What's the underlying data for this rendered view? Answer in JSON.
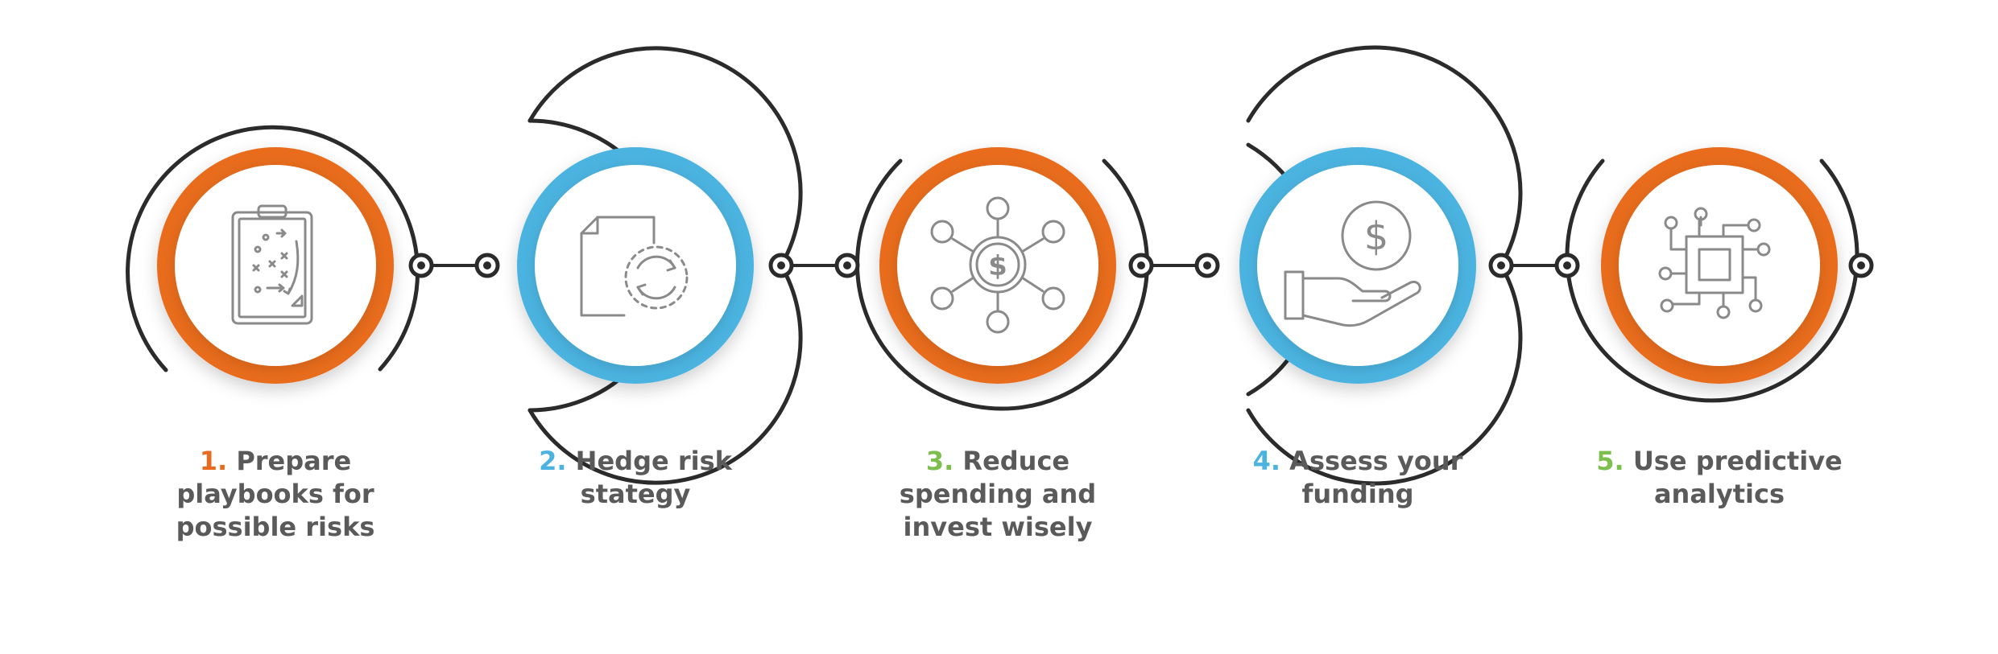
{
  "colors": {
    "orange": "#e86c1f",
    "blue": "#4cb3e0",
    "green": "#7dbf4e",
    "text": "#5a5a5a",
    "line": "#2b2b2b",
    "icon": "#8a8a8a"
  },
  "steps": [
    {
      "number": "1.",
      "text": "Prepare\nplaybooks for\npossible risks",
      "ring": "orange",
      "number_color": "orange",
      "icon": "clipboard-playbook-icon"
    },
    {
      "number": "2.",
      "text": "Hedge risk\nstategy",
      "ring": "blue",
      "number_color": "blue",
      "icon": "document-refresh-icon"
    },
    {
      "number": "3.",
      "text": "Reduce\nspending and\ninvest wisely",
      "ring": "orange",
      "number_color": "green",
      "icon": "dollar-network-icon"
    },
    {
      "number": "4.",
      "text": "Assess your\nfunding",
      "ring": "blue",
      "number_color": "blue",
      "icon": "hand-dollar-icon"
    },
    {
      "number": "5.",
      "text": "Use predictive\nanalytics",
      "ring": "orange",
      "number_color": "green",
      "icon": "processor-chip-icon"
    }
  ]
}
